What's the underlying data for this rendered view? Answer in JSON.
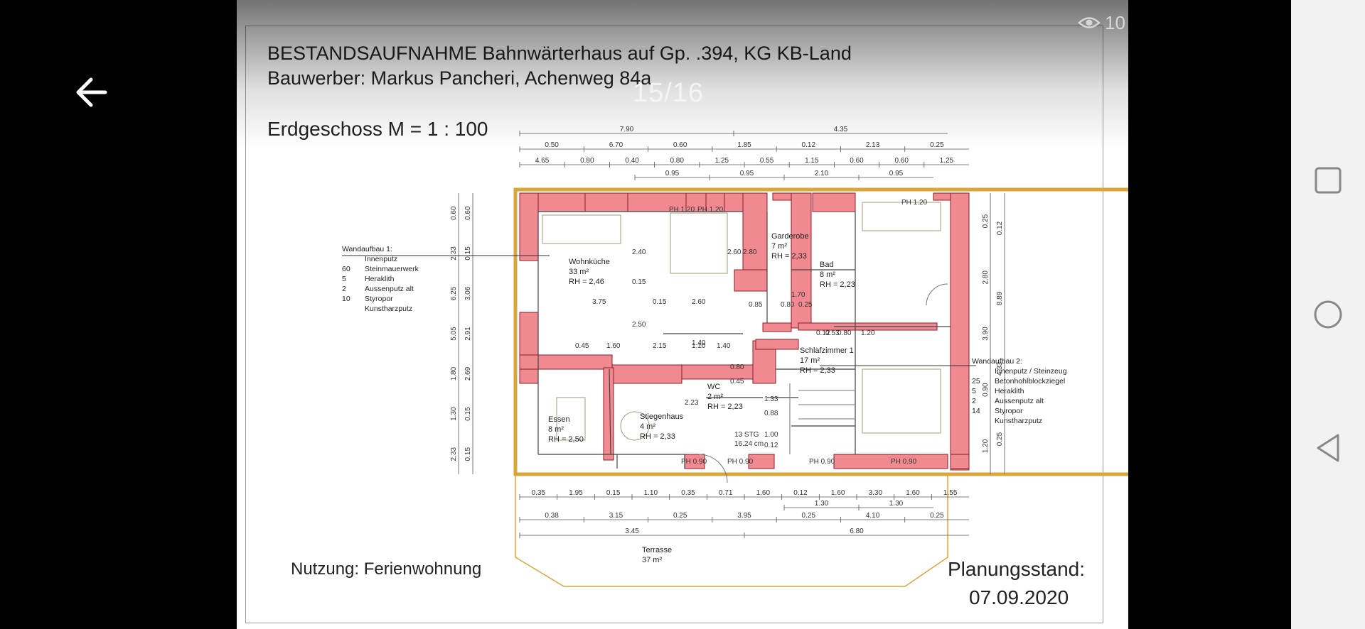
{
  "viewer": {
    "counter": "15/16",
    "views": "10"
  },
  "drawing": {
    "title_line1": "BESTANDSAUFNAHME Bahnwärterhaus auf Gp. .394, KG KB-Land",
    "title_line2": "Bauwerber: Markus Pancheri, Achenweg 84a",
    "floor": "Erdgeschoss M = 1 : 100",
    "usage": "Nutzung: Ferienwohnung",
    "status_label": "Planungsstand:",
    "status_date": "07.09.2020",
    "rooms": {
      "wohnkueche": [
        "Wohnküche",
        "33 m²",
        "RH = 2,46"
      ],
      "garderobe": [
        "Garderobe",
        "7 m²",
        "RH = 2,33"
      ],
      "bad": [
        "Bad",
        "8 m²",
        "RH = 2,23"
      ],
      "schlafzimmer": [
        "Schlafzimmer 1",
        "17 m²",
        "RH = 2,33"
      ],
      "essen": [
        "Essen",
        "8 m²",
        "RH = 2,50"
      ],
      "stiegenhaus": [
        "Stiegenhaus",
        "4 m²",
        "RH = 2,33"
      ],
      "wc": [
        "WC",
        "2 m²",
        "RH = 2,23"
      ],
      "terrasse": [
        "Terrasse",
        "37 m²"
      ]
    },
    "wandaufbau1": {
      "title": "Wandaufbau 1:",
      "rows": [
        [
          "",
          "Innenputz"
        ],
        [
          "60",
          "Steinmauerwerk"
        ],
        [
          "5",
          "Heraklith"
        ],
        [
          "2",
          "Aussenputz alt"
        ],
        [
          "10",
          "Styropor"
        ],
        [
          "",
          "Kunstharzputz"
        ]
      ]
    },
    "wandaufbau2": {
      "title": "Wandaufbau 2:",
      "rows": [
        [
          "",
          "Innenputz / Steinzeug"
        ],
        [
          "25",
          "Betonhohlblockziegel"
        ],
        [
          "5",
          "Heraklith"
        ],
        [
          "2",
          "Aussenputz alt"
        ],
        [
          "14",
          "Styropor"
        ],
        [
          "",
          "Kunstharzputz"
        ]
      ]
    },
    "dims_top": {
      "row1": [
        "7.90",
        "4.35"
      ],
      "row2": [
        "0.50",
        "6.70",
        "0.60",
        "1.85",
        "0.12",
        "2.13",
        "0.25"
      ],
      "row3": [
        "4.65",
        "0.80",
        "0.40",
        "0.80",
        "1.25",
        "0.55",
        "1.15",
        "0.60",
        "0.60",
        "1.25"
      ],
      "row4": [
        "0.95",
        "0.95",
        "2.10",
        "0.95"
      ]
    },
    "dims_bottom": {
      "row1": [
        "0.35",
        "1.95",
        "0.15",
        "1.10",
        "0.35",
        "0.71",
        "1.60",
        "0.12",
        "1.60",
        "3.30",
        "1.60",
        "1.55"
      ],
      "row2": [
        "1.30",
        "1.30"
      ],
      "row3": [
        "0.38",
        "3.15",
        "0.25",
        "3.95",
        "0.25",
        "4.10",
        "0.25"
      ],
      "row4": [
        "3.45",
        "6.80"
      ]
    },
    "dims_left": [
      "0.60",
      "2.33",
      "6.25",
      "5.05",
      "1.80",
      "1.30",
      "2.33",
      "0.60",
      "0.15",
      "3.06",
      "2.91",
      "2.69",
      "0.15",
      "0.15"
    ],
    "dims_right": [
      "0.25",
      "2.80",
      "3.90",
      "0.90",
      "1.20",
      "0.12",
      "8.89",
      "4.33",
      "0.25"
    ],
    "inner_labels": [
      "PH 1.20",
      "PH 1.20",
      "PH 1.20",
      "PH 0.90",
      "PH 0.90",
      "PH 0.90",
      "PH 0.90",
      "3.75",
      "0.15",
      "2.60",
      "2.40",
      "2.60",
      "0.15",
      "2.80",
      "1.40",
      "1.70",
      "0.85",
      "0.80",
      "0.25",
      "0.12",
      "0.53",
      "0.80",
      "1.20",
      "0.45",
      "1.60",
      "2.15",
      "1.10",
      "1.40",
      "2.50",
      "0.80",
      "0.45",
      "2.23",
      "1.33",
      "0.88",
      "1.00",
      "0.12",
      "13 STG",
      "16.24 cm"
    ]
  },
  "nav": {
    "back": "back-arrow-icon",
    "recents": "square-icon",
    "home": "circle-icon",
    "back_sys": "triangle-icon"
  }
}
